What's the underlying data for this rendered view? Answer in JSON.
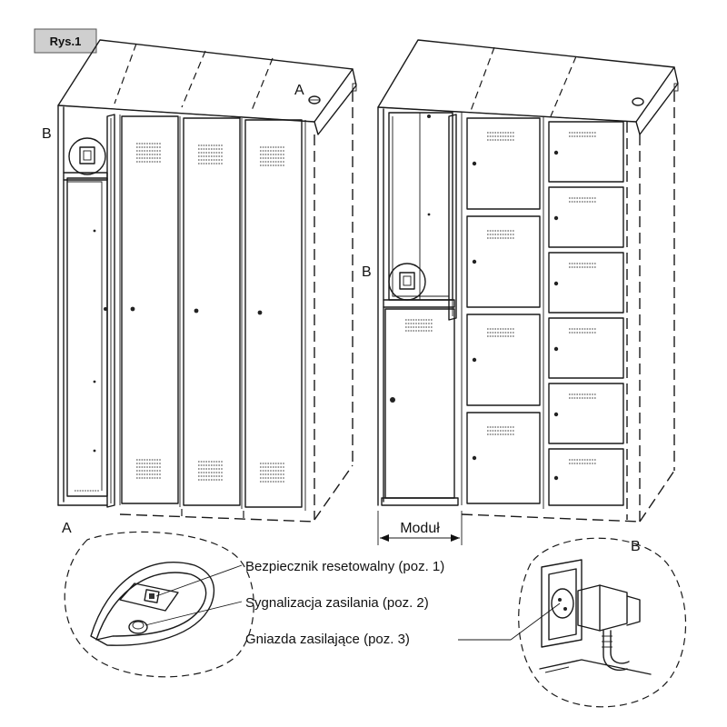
{
  "figure": {
    "tag": "Rys.1",
    "label_a_top": "A",
    "label_b_left1": "B",
    "label_b_left2": "B",
    "label_a_bottom": "A",
    "label_b_bottom": "B",
    "module_label": "Moduł"
  },
  "callouts": [
    "Bezpiecznik resetowalny (poz. 1)",
    "Sygnalizacja zasilania (poz. 2)",
    "Gniazda zasilające (poz. 3)"
  ]
}
